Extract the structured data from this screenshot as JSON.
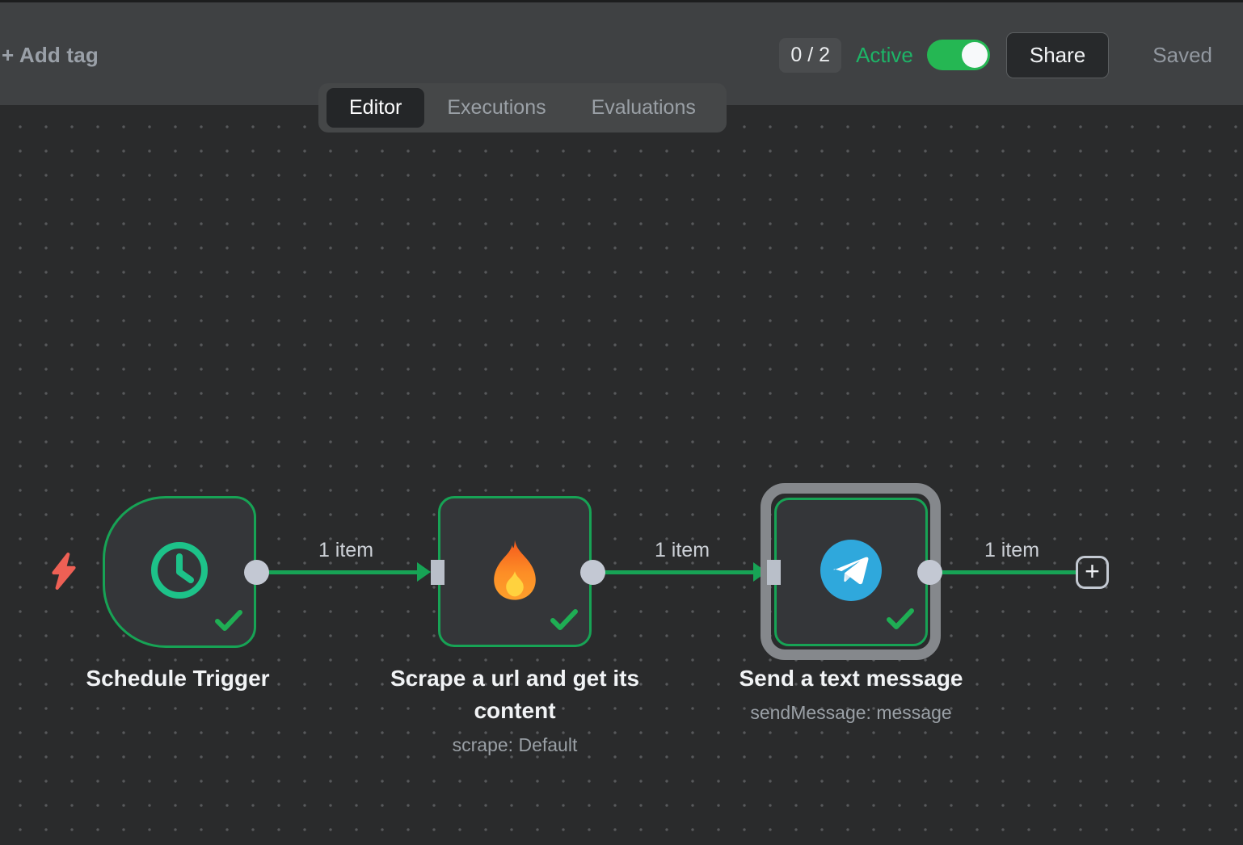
{
  "header": {
    "add_tag_label": "+ Add tag",
    "counter": "0 / 2",
    "active_label": "Active",
    "active_state": "on",
    "share_label": "Share",
    "saved_label": "Saved"
  },
  "tabs": [
    {
      "label": "Editor",
      "active": true
    },
    {
      "label": "Executions",
      "active": false
    },
    {
      "label": "Evaluations",
      "active": false
    }
  ],
  "canvas": {
    "nodes": [
      {
        "title": "Schedule Trigger",
        "subtitle": "",
        "icon": "clock-icon",
        "status": "success",
        "selected": false,
        "type": "trigger"
      },
      {
        "title": "Scrape a url and get its content",
        "subtitle": "scrape: Default",
        "icon": "fire-icon",
        "status": "success",
        "selected": false,
        "type": "action"
      },
      {
        "title": "Send a text message",
        "subtitle": "sendMessage: message",
        "icon": "telegram-icon",
        "status": "success",
        "selected": true,
        "type": "action"
      }
    ],
    "connections": [
      {
        "from": "Schedule Trigger",
        "to": "Scrape a url and get its content",
        "label": "1 item"
      },
      {
        "from": "Scrape a url and get its content",
        "to": "Send a text message",
        "label": "1 item"
      },
      {
        "from": "Send a text message",
        "to": "",
        "label": "1 item"
      }
    ],
    "plus_label": "+"
  },
  "colors": {
    "accent_green": "#17a355",
    "toggle_green": "#25b753",
    "active_text_green": "#1db467",
    "telegram_blue": "#2fa8dc",
    "bolt_red": "#ee6055",
    "connector_gray": "#c3c8d3",
    "selection_ring_gray": "#85888c",
    "canvas_bg": "#2a2b2c",
    "topbar_bg": "#3f4143"
  }
}
